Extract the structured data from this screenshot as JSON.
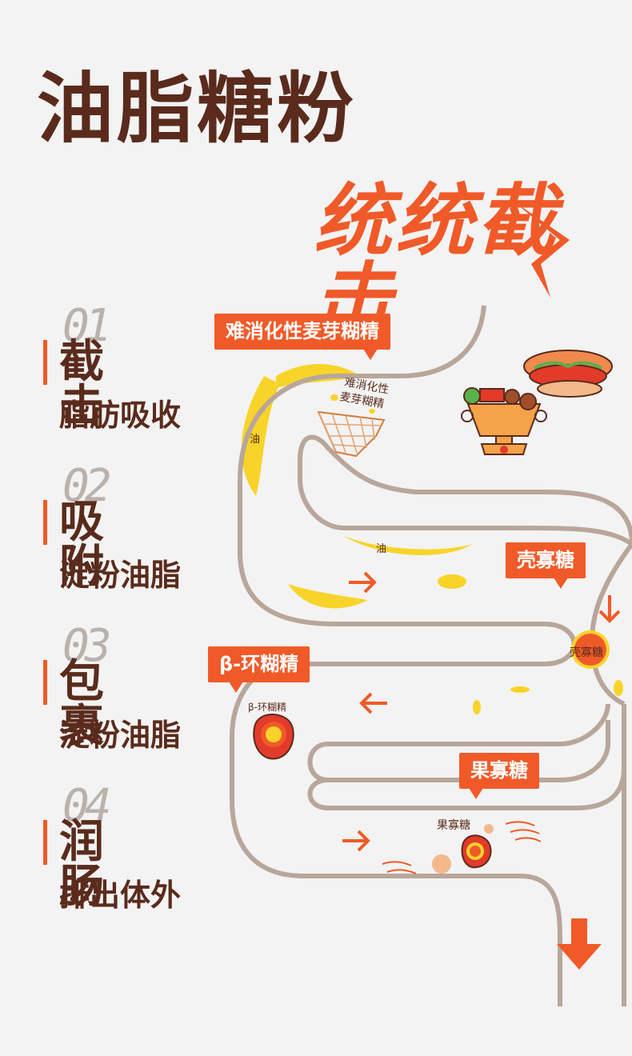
{
  "title": {
    "line1": "油脂糖粉",
    "line2": "统统截击"
  },
  "items": [
    {
      "num": "01",
      "head": "截击",
      "sub": "脂肪吸收"
    },
    {
      "num": "02",
      "head": "吸附",
      "sub": "淀粉油脂"
    },
    {
      "num": "03",
      "head": "包裹",
      "sub": "淀粉油脂"
    },
    {
      "num": "04",
      "head": "润肠",
      "sub": "排出体外"
    }
  ],
  "tags": {
    "maltodextrin": "难消化性麦芽糊精",
    "chitosan": "壳寡糖",
    "cyclodextrin": "β-环糊精",
    "fructo": "果寡糖"
  },
  "labels": {
    "oil_1": "油",
    "oil_2": "油",
    "net_line1": "难消化性",
    "net_line2": "麦芽糊精",
    "chitosan_small": "壳寡糖",
    "cyclodextrin_small": "β-环糊精",
    "fructo_small": "果寡糖"
  },
  "colors": {
    "brown": "#5a2b1c",
    "orange": "#f05a28",
    "yellow": "#f8d42a",
    "intestine": "#b9a69b"
  }
}
